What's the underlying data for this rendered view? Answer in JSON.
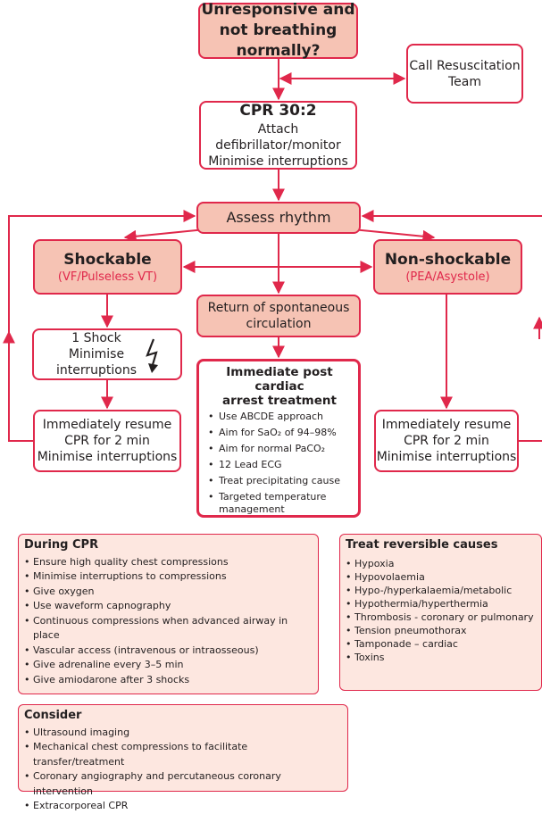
{
  "top_question": [
    "Unresponsive and",
    "not breathing normally?"
  ],
  "call_team": [
    "Call Resuscitation",
    "Team"
  ],
  "cpr": {
    "title": "CPR 30:2",
    "line1": "Attach defibrillator/monitor",
    "line2": "Minimise interruptions"
  },
  "assess": "Assess rhythm",
  "shockable": {
    "title": "Shockable",
    "sub": "(VF/Pulseless VT)"
  },
  "non_shockable": {
    "title": "Non-shockable",
    "sub": "(PEA/Asystole)"
  },
  "rosc": [
    "Return of spontaneous",
    "circulation"
  ],
  "shock": [
    "1 Shock",
    "Minimise",
    "interruptions"
  ],
  "resume": [
    "Immediately resume",
    "CPR for 2 min",
    "Minimise interruptions"
  ],
  "post": {
    "title": [
      "Immediate post cardiac",
      "arrest treatment"
    ],
    "items": [
      "Use ABCDE approach",
      "Aim for SaO₂ of 94–98%",
      "Aim for normal PaCO₂",
      "12 Lead ECG",
      "Treat precipitating cause",
      "Targeted temperature management"
    ]
  },
  "during_cpr": {
    "title": "During CPR",
    "items": [
      "Ensure high quality chest compressions",
      "Minimise interruptions to compressions",
      "Give oxygen",
      "Use waveform capnography",
      "Continuous compressions when advanced airway in place",
      "Vascular access (intravenous or intraosseous)",
      "Give adrenaline every 3–5 min",
      "Give amiodarone after 3 shocks"
    ]
  },
  "reversible": {
    "title": "Treat reversible causes",
    "items": [
      "Hypoxia",
      "Hypovolaemia",
      "Hypo-/hyperkalaemia/metabolic",
      "Hypothermia/hyperthermia",
      "Thrombosis - coronary or pulmonary",
      "Tension pneumothorax",
      "Tamponade – cardiac",
      "Toxins"
    ]
  },
  "consider": {
    "title": "Consider",
    "items": [
      "Ultrasound imaging",
      "Mechanical chest compressions to facilitate transfer/treatment",
      "Coronary angiography and percutaneous coronary intervention",
      "Extracorporeal CPR"
    ]
  },
  "colors": {
    "accent": "#e0284b",
    "box_fill": "#f6c3b4",
    "panel_fill": "#fde7e0"
  },
  "icons": {
    "shock": "lightning-bolt-icon"
  }
}
